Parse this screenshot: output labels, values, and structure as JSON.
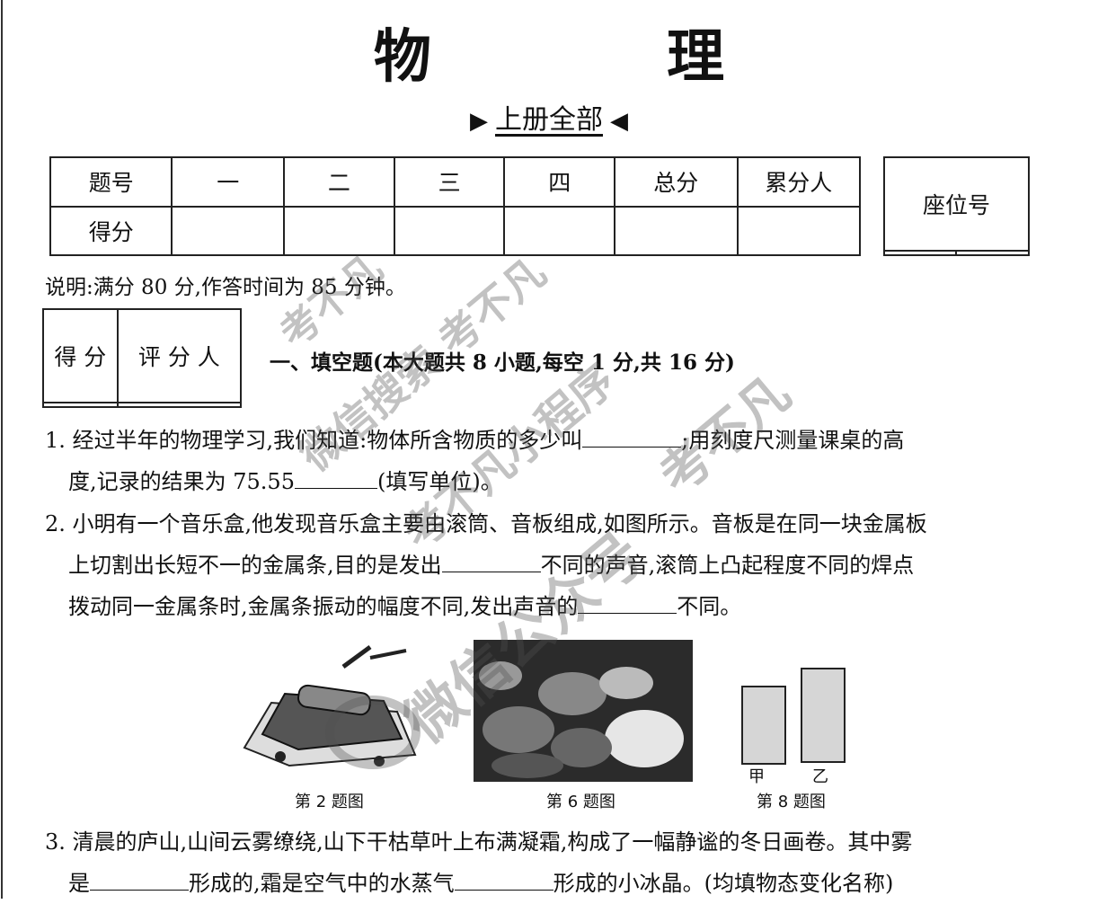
{
  "title": "物 理",
  "subtitle": "上册全部",
  "score_table": {
    "header_row": [
      "题号",
      "一",
      "二",
      "三",
      "四",
      "总分",
      "累分人"
    ],
    "score_row_label": "得分"
  },
  "seat_table": {
    "label": "座位号"
  },
  "note": "说明:满分 80 分,作答时间为 85 分钟。",
  "grader_table": {
    "score_label": "得 分",
    "grader_label": "评 分 人"
  },
  "section_title": "一、填空题(本大题共 8 小题,每空 1 分,共 16 分)",
  "questions": {
    "q1_a": "1. 经过半年的物理学习,我们知道:物体所含物质的多少叫",
    "q1_b": ";用刻度尺测量课桌的高",
    "q1_c": "度,记录的结果为 75.55",
    "q1_d": "(填写单位)。",
    "q2_a": "2. 小明有一个音乐盒,他发现音乐盒主要由滚筒、音板组成,如图所示。音板是在同一块金属板",
    "q2_b": "上切割出长短不一的金属条,目的是发出",
    "q2_c": "不同的声音,滚筒上凸起程度不同的焊点",
    "q2_d": "拨动同一金属条时,金属条振动的幅度不同,发出声音的",
    "q2_e": "不同。",
    "q3_a": "3. 清晨的庐山,山间云雾缭绕,山下干枯草叶上布满凝霜,构成了一幅静谧的冬日画卷。其中雾",
    "q3_b": "是",
    "q3_c": "形成的,霜是空气中的水蒸气",
    "q3_d": "形成的小冰晶。(均填物态变化名称)"
  },
  "figures": {
    "fig2_caption": "第 2 题图",
    "fig6_caption": "第 6 题图",
    "fig8_caption": "第 8 题图",
    "fig8_label_a": "甲",
    "fig8_label_b": "乙"
  },
  "watermarks": [
    "考不凡",
    "微信搜索 考不凡",
    "考不凡小程序",
    "考不凡",
    "微信公众号"
  ]
}
